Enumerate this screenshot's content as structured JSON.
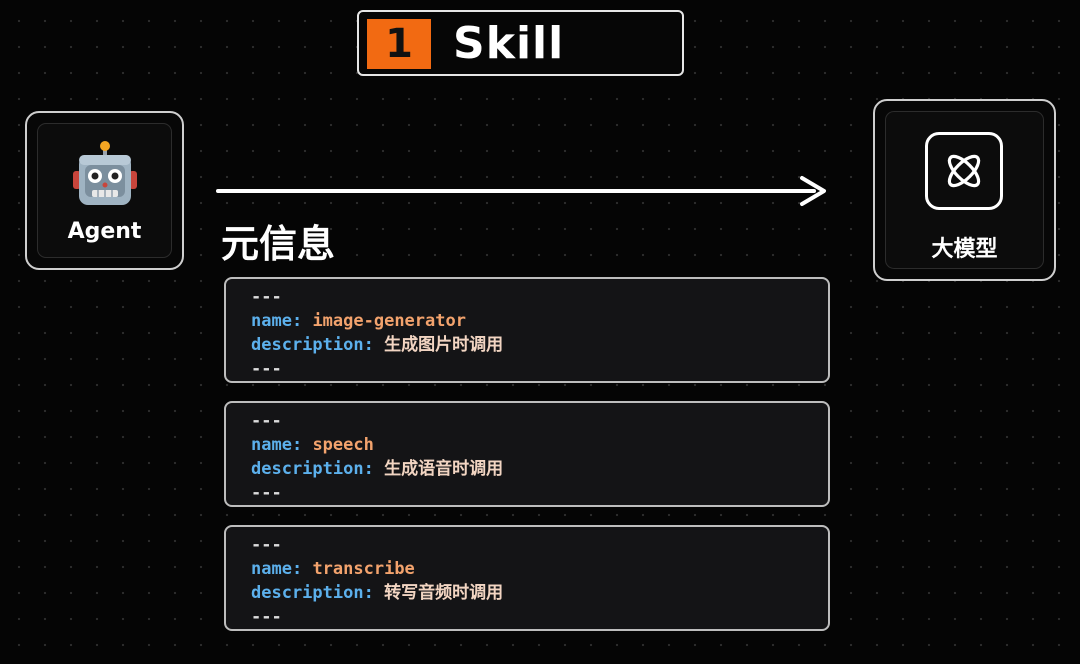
{
  "title": {
    "step_number": "1",
    "text": "Skill",
    "badge_color": "#f26a12"
  },
  "agent": {
    "label": "Agent",
    "icon": "robot-icon"
  },
  "model": {
    "label": "大模型",
    "icon": "ai-model-icon"
  },
  "section_title": "元信息",
  "skills": [
    {
      "open_delimiter": "---",
      "name_key": "name:",
      "name_value": "image-generator",
      "desc_key": "description:",
      "desc_value": "生成图片时调用",
      "close_delimiter": "---"
    },
    {
      "open_delimiter": "---",
      "name_key": "name:",
      "name_value": "speech",
      "desc_key": "description:",
      "desc_value": "生成语音时调用",
      "close_delimiter": "---"
    },
    {
      "open_delimiter": "---",
      "name_key": "name:",
      "name_value": "transcribe",
      "desc_key": "description:",
      "desc_value": "转写音频时调用",
      "close_delimiter": "---"
    }
  ],
  "colors": {
    "key": "#5cb0ec",
    "name_value": "#f3a36d",
    "description_value": "#f2d5c2",
    "background": "#050505"
  }
}
